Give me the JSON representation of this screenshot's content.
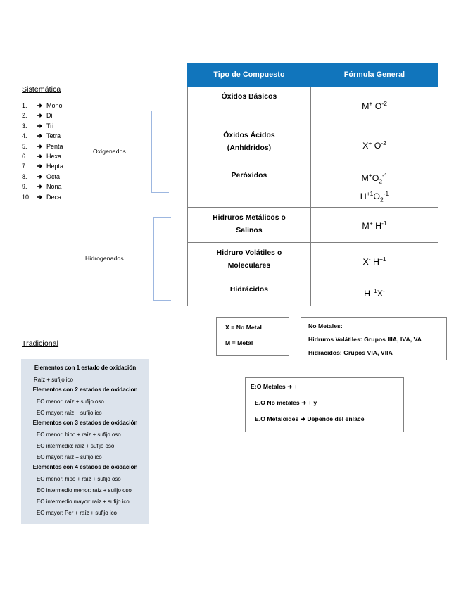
{
  "document": {
    "sistematica": {
      "title": "Sistemática",
      "prefixes": [
        {
          "num": "1.",
          "arrow": "➜",
          "name": "Mono"
        },
        {
          "num": "2.",
          "arrow": "➜",
          "name": "Di"
        },
        {
          "num": "3.",
          "arrow": "➜",
          "name": "Tri"
        },
        {
          "num": "4.",
          "arrow": "➜",
          "name": "Tetra"
        },
        {
          "num": "5.",
          "arrow": "➜",
          "name": "Penta"
        },
        {
          "num": "6.",
          "arrow": "➜",
          "name": "Hexa"
        },
        {
          "num": "7.",
          "arrow": "➜",
          "name": "Hepta"
        },
        {
          "num": "8.",
          "arrow": "➜",
          "name": "Octa"
        },
        {
          "num": "9.",
          "arrow": "➜",
          "name": "Nona"
        },
        {
          "num": "10.",
          "arrow": "➜",
          "name": "Deca"
        }
      ]
    },
    "groups": {
      "oxigenados_label": "Oxigenados",
      "hidrogenados_label": "Hidrogenados",
      "bracket_color": "#9DB7E0"
    },
    "table": {
      "accent_color": "#1175BC",
      "border_color": "#7f7f7f",
      "headers": [
        "Tipo de Compuesto",
        "Fórmula General"
      ],
      "rows": [
        {
          "name_lines": [
            "Óxidos Básicos"
          ],
          "formula_lines": [
            [
              {
                "t": "M"
              },
              {
                "t": "+",
                "sup": true
              },
              {
                "t": " O"
              },
              {
                "t": "-2",
                "sup": true
              }
            ]
          ],
          "formula_text": "M+ O-2"
        },
        {
          "name_lines": [
            "Óxidos Ácidos",
            "(Anhídridos)"
          ],
          "formula_lines": [
            [
              {
                "t": "X"
              },
              {
                "t": "+",
                "sup": true
              },
              {
                "t": " O"
              },
              {
                "t": "-2",
                "sup": true
              }
            ]
          ],
          "formula_text": "X+ O-2"
        },
        {
          "name_lines": [
            "Peróxidos"
          ],
          "formula_lines": [
            [
              {
                "t": "M"
              },
              {
                "t": "+",
                "sup": true
              },
              {
                "t": "O"
              },
              {
                "t": "2",
                "sub": true
              },
              {
                "t": "-1",
                "sup": true
              }
            ],
            [
              {
                "t": "H"
              },
              {
                "t": "+1",
                "sup": true
              },
              {
                "t": "O"
              },
              {
                "t": "2",
                "sub": true
              },
              {
                "t": "-1",
                "sup": true
              }
            ]
          ],
          "formula_text": "M+O2-1 ; H+1O2-1"
        },
        {
          "name_lines": [
            "Hidruros Metálicos o",
            "Salinos"
          ],
          "formula_lines": [
            [
              {
                "t": "M"
              },
              {
                "t": "+",
                "sup": true
              },
              {
                "t": " H"
              },
              {
                "t": "-1",
                "sup": true
              }
            ]
          ],
          "formula_text": "M+ H-1"
        },
        {
          "name_lines": [
            "Hidruro Volátiles o",
            "Moleculares"
          ],
          "formula_lines": [
            [
              {
                "t": "X"
              },
              {
                "t": "-",
                "sup": true
              },
              {
                "t": " H"
              },
              {
                "t": "+1",
                "sup": true
              }
            ]
          ],
          "formula_text": "X- H+1"
        },
        {
          "name_lines": [
            "Hidrácidos"
          ],
          "formula_lines": [
            [
              {
                "t": "H"
              },
              {
                "t": "+1",
                "sup": true
              },
              {
                "t": "X"
              },
              {
                "t": "-",
                "sup": true
              }
            ]
          ],
          "formula_text": "H+1X-"
        }
      ]
    },
    "tradicional": {
      "title": "Tradicional",
      "background_color": "#DCE3EC",
      "sections": [
        {
          "heading": "Elementos con 1 estado de oxidación",
          "items": [
            "Raíz + sufijo ico"
          ]
        },
        {
          "heading": "Elementos con 2 estados de oxidacion",
          "items": [
            "EO menor:   raíz + sufijo oso",
            "EO mayor:   raíz + sufijo ico"
          ]
        },
        {
          "heading": "Elementos con 3 estados de oxidación",
          "items": [
            "EO menor:        hipo + raíz + sufijo oso",
            "EO intermedio:  raíz + sufijo oso",
            "EO mayor:        raíz + sufijo ico"
          ]
        },
        {
          "heading": "Elementos con 4 estados de oxidación",
          "items": [
            "EO menor: hipo + raíz + sufijo oso",
            "EO intermedio menor:  raíz + sufijo oso",
            "EO intermedio mayor:  raíz + sufijo ico",
            "EO mayor: Per + raíz + sufijo ico"
          ]
        }
      ]
    },
    "legend_box": {
      "lines": [
        "X = No Metal",
        "M = Metal"
      ]
    },
    "nometales_box": {
      "lines": [
        "No Metales:",
        "Hidruros Volátiles: Grupos IIIA, IVA, VA",
        "Hidrácidos: Grupos VIA, VIIA"
      ]
    },
    "eo_box": {
      "lines": [
        "E:O Metales ➜ +",
        "E.O No metales ➜ + y –",
        "E.O Metaloides ➜ Depende del enlace"
      ]
    }
  }
}
